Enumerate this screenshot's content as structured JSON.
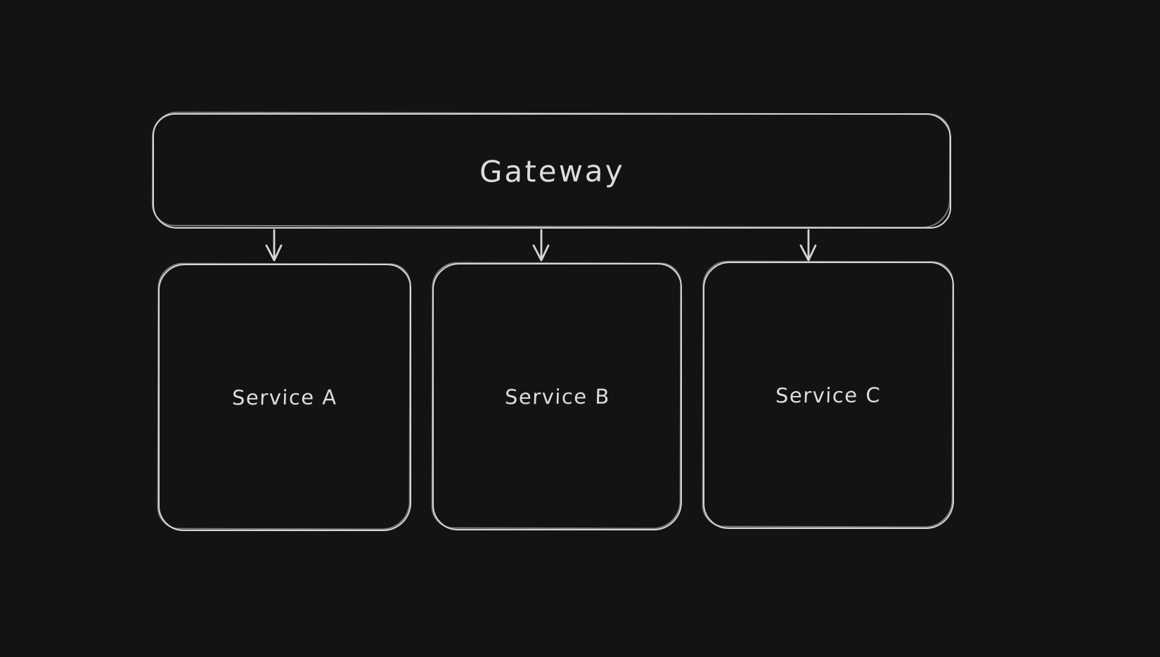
{
  "canvas": {
    "background": "#131313",
    "stroke_color": "#d6d6d6",
    "text_color": "#dddddd"
  },
  "diagram": {
    "type": "flowchart",
    "style": "excalidraw-hand-drawn-dark",
    "nodes": [
      {
        "id": "gateway",
        "label": "Gateway",
        "shape": "rounded-rectangle"
      },
      {
        "id": "service-a",
        "label": "Service A",
        "shape": "rounded-rectangle"
      },
      {
        "id": "service-b",
        "label": "Service B",
        "shape": "rounded-rectangle"
      },
      {
        "id": "service-c",
        "label": "Service C",
        "shape": "rounded-rectangle"
      }
    ],
    "edges": [
      {
        "from": "gateway",
        "to": "service-a",
        "icon": "arrow-down-icon"
      },
      {
        "from": "gateway",
        "to": "service-b",
        "icon": "arrow-down-icon"
      },
      {
        "from": "gateway",
        "to": "service-c",
        "icon": "arrow-down-icon"
      }
    ]
  }
}
